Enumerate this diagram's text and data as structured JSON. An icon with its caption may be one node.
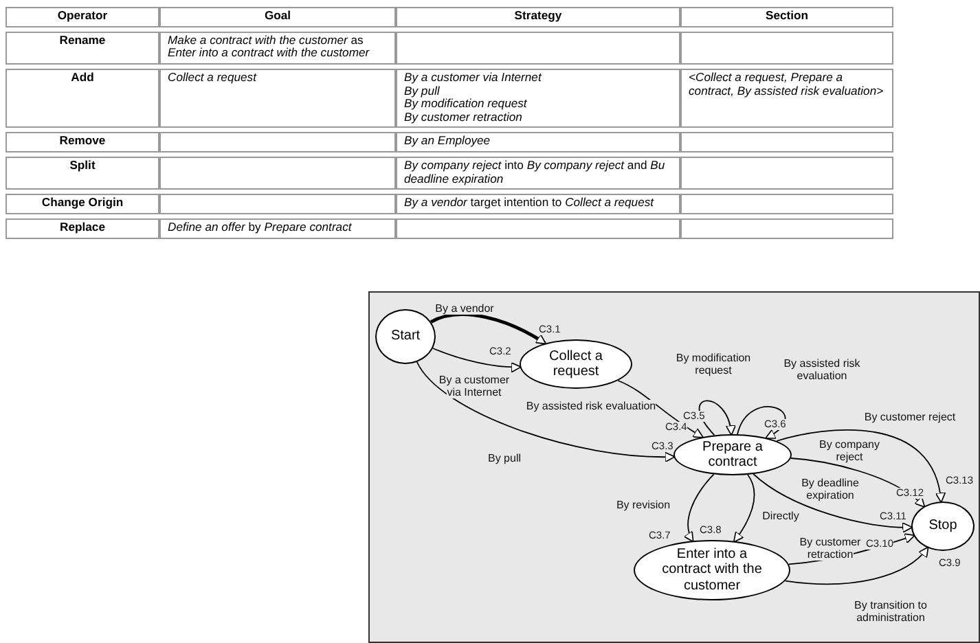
{
  "diagram": {
    "nodes": [
      {
        "text": [
          "Start"
        ]
      },
      {
        "text": [
          "Collect a request"
        ]
      },
      {
        "text": [
          "Prepare a contract"
        ]
      },
      {
        "text": [
          "Enter into a contract with the customer"
        ]
      },
      {
        "text": [
          "Stop"
        ]
      }
    ],
    "edges": [
      {
        "from": 0,
        "to": 1,
        "arrow": "to",
        "label": "By a vendor",
        "style": "thick"
      },
      {
        "from": 0,
        "to": 1,
        "arrow": "to",
        "label": "By a customer via Internet"
      },
      {
        "from": 0,
        "to": 2,
        "arrow": "to",
        "label": "By pull"
      },
      {
        "from": 1,
        "to": 2,
        "arrow": "to",
        "label": "By assisted risk evaluation"
      },
      {
        "from": 2,
        "to": 2,
        "arrow": "to",
        "label": "By modification request"
      },
      {
        "from": 2,
        "to": 2,
        "arrow": "to",
        "label": "By assisted risk evaluation"
      },
      {
        "from": 2,
        "to": 3,
        "arrow": "to",
        "label": "By revision"
      },
      {
        "from": 2,
        "to": 3,
        "arrow": "to",
        "label": "Directly"
      },
      {
        "from": 3,
        "to": 4,
        "arrow": "to",
        "label": "By transition to administration"
      },
      {
        "from": 3,
        "to": 4,
        "arrow": "to",
        "label": "By customer retraction"
      },
      {
        "from": 2,
        "to": 4,
        "arrow": "to",
        "label": "By deadline expiration"
      },
      {
        "from": 2,
        "to": 4,
        "arrow": "to",
        "label": "By company reject"
      },
      {
        "from": 2,
        "to": 4,
        "arrow": "to",
        "label": "By customer reject"
      }
    ],
    "labels": [
      "Operator",
      "Goal",
      "Strategy",
      "Section",
      "Rename",
      "*Make a contract with the customer* as *Enter into a contract with the customer*",
      "Add",
      "*Collect a request*",
      "*By a customer via Internet*",
      "*By pull*",
      "*By modification request*",
      "*By customer retraction*",
      "*<Collect a request, Prepare a contract, By assisted risk evaluation>*",
      "Remove",
      "*By an Employee*",
      "Split",
      "*By company reject* into *By company reject* and *Bu deadline expiration*",
      "Change Origin",
      "*By a vendor* target intention to *Collect a request*",
      "Replace",
      "*Define an offer* by *Prepare contract*",
      "C3.1",
      "C3.2",
      "C3.3",
      "C3.4",
      "C3.5",
      "C3.6",
      "C3.7",
      "C3.8",
      "C3.9",
      "C3.10",
      "C3.11",
      "C3.12",
      "C3.13"
    ]
  }
}
